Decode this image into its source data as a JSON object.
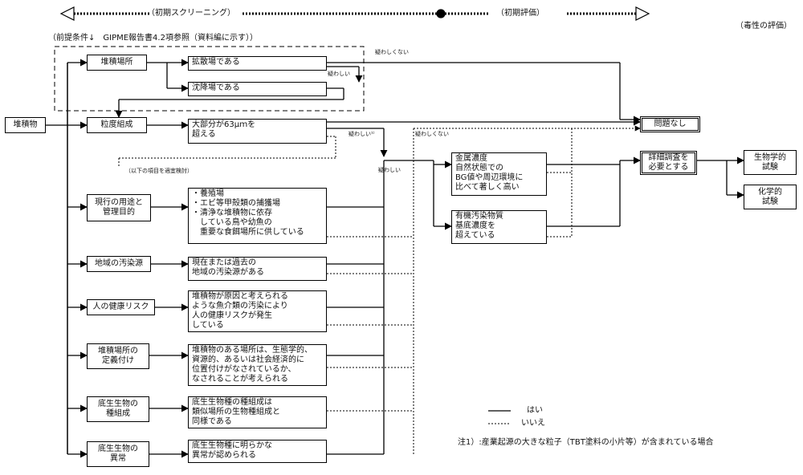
{
  "header": {
    "initial_screening": "（初期スクリーニング）",
    "initial_assessment": "（初期評価）",
    "toxicity_assessment": "（毒性の評価）",
    "precondition": "（前提条件↓　GIPME報告書4.2項参照（資料編に示す））"
  },
  "root_node": "堆積物",
  "categories": {
    "location": "堆積場所",
    "grain": "粒度組成",
    "usage": [
      "現行の用途と",
      "管理目的"
    ],
    "pollution_source": "地域の汚染源",
    "health_risk": "人の健康リスク",
    "definition": [
      "堆積場所の",
      "定義付け"
    ],
    "benthic_composition": [
      "底生生物の",
      "種組成"
    ],
    "benthic_anomaly": [
      "底生生物の",
      "異常"
    ]
  },
  "criteria": {
    "dispersion": "拡散場である",
    "deposition": "沈降場である",
    "grain_size": [
      "大部分が63μｍを",
      "超える"
    ],
    "usage": [
      "・養殖場",
      "・エビ等甲殻類の捕獲場",
      "・清浄な堆積物に依存",
      "　している鳥や幼魚の",
      "　重要な食餌場所に供している"
    ],
    "pollution_source": [
      "現在または過去の",
      "地域の汚染源がある"
    ],
    "health_risk": [
      "堆積物が原因と考えられる",
      "ような魚介類の汚染により",
      "人の健康リスクが発生",
      "している"
    ],
    "definition": [
      "堆積物のある場所は、生態学的、",
      "資源的、あるいは社会経済的に",
      "位置付けがなされているか、",
      "なされることが考えられる"
    ],
    "benthic_composition": [
      "底生生物種の種組成は",
      "類似場所の生物種組成と",
      "同様である"
    ],
    "benthic_anomaly": [
      "底生生物種に明らかな",
      "異常が認められる"
    ]
  },
  "assessment": {
    "metal": [
      "金属濃度",
      "自然状態での",
      "BG値や周辺環境に",
      "比べて著しく高い"
    ],
    "organic": [
      "有機汚染物質",
      "基底濃度を",
      "超えている"
    ]
  },
  "results": {
    "no_problem": "問題なし",
    "detailed_survey": [
      "詳細調査を",
      "必要とする"
    ],
    "biological_test": [
      "生物学的",
      "試験"
    ],
    "chemical_test": [
      "化学的",
      "試験"
    ]
  },
  "edge_labels": {
    "not_doubtful_top": "疑わしくない",
    "doubtful_top": "疑わしい",
    "doubtful_note": "疑わしい¹⁾",
    "not_doubtful_mid": "疑わしくない",
    "doubtful_mid": "疑わしい",
    "below_items": "（以下の項目を適宜検討）"
  },
  "legend": {
    "yes": "はい",
    "no": "いいえ"
  },
  "footnote": "注1）:産業起源の大きな粒子（TBT塗料の小片等）が含まれている場合"
}
